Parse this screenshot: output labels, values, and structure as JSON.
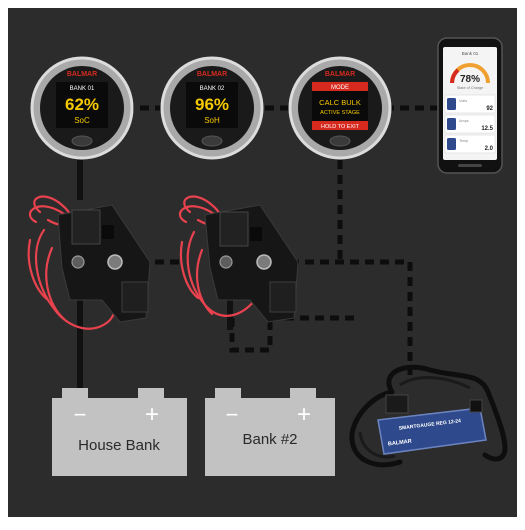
{
  "colors": {
    "background": "#2c2c2c",
    "outer_border": "#ffffff",
    "wire_dash": "#0d0d0d",
    "wire_solid": "#111111",
    "red_wire": "#e8424e",
    "battery_fill": "#c2c2c2",
    "screen": "#0a0a0a",
    "text_yellow": "#f5c800",
    "text_white": "#ffffff",
    "brand_red": "#d62a1e",
    "phone_accent": "#f0a030",
    "module_blue": "#2f4a8c"
  },
  "gauges": [
    {
      "brand": "BALMAR",
      "header": "BANK 01",
      "value": "62%",
      "label": "SoC"
    },
    {
      "brand": "BALMAR",
      "header": "BANK 02",
      "value": "96%",
      "label": "SoH"
    },
    {
      "brand": "BALMAR",
      "header": "MODE",
      "line1": "CALC BULK",
      "line2": "ACTIVE STAGE",
      "footer": "HOLD TO EXIT"
    }
  ],
  "phone": {
    "title": "Bank 01",
    "percent": "78%",
    "subtitle": "State of Charge",
    "rows": [
      {
        "label": "Volts",
        "value": "92"
      },
      {
        "label": "Amps",
        "value": "12.5"
      },
      {
        "label": "Temp",
        "value": "2.0"
      }
    ]
  },
  "batteries": [
    {
      "minus": "−",
      "plus": "+",
      "label": "House Bank"
    },
    {
      "minus": "−",
      "plus": "+",
      "label": "Bank #2"
    }
  ],
  "module": {
    "brand": "BALMAR",
    "label": "SMARTGAUGE REG 12-24"
  }
}
